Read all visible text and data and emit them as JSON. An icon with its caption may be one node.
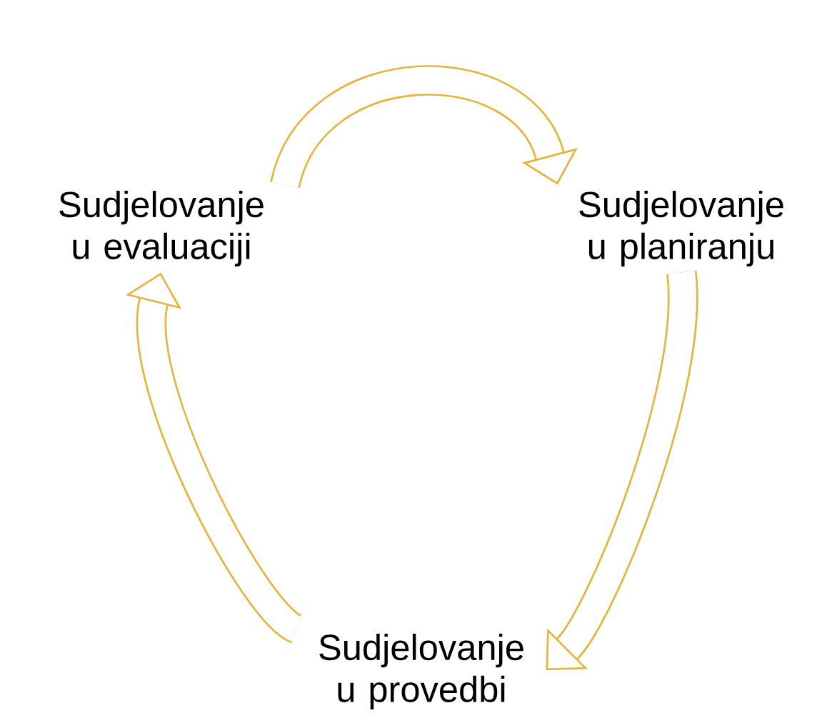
{
  "diagram": {
    "nodes": [
      {
        "text": [
          "Sudjelovanje u evaluaciji"
        ]
      },
      {
        "text": [
          "Sudjelovanje u planiranju"
        ]
      },
      {
        "text": [
          "Sudjelovanje u provedbi"
        ]
      }
    ],
    "edges": [
      {
        "from": 0,
        "to": 1,
        "arrow": "to",
        "color": "#e6b43c"
      },
      {
        "from": 1,
        "to": 2,
        "arrow": "to",
        "color": "#e6b43c"
      },
      {
        "from": 2,
        "to": 0,
        "arrow": "to",
        "color": "#e6b43c"
      }
    ]
  }
}
